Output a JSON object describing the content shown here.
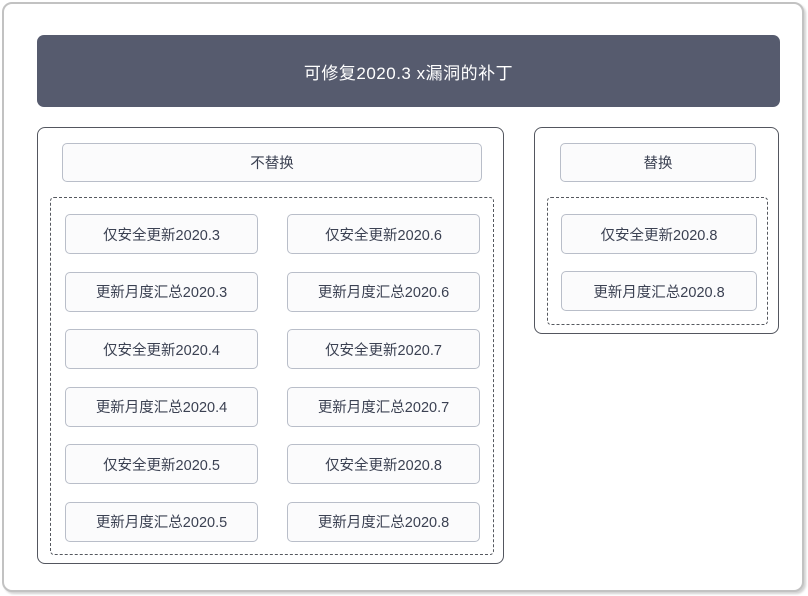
{
  "header": {
    "title": "可修复2020.3 x漏洞的补丁"
  },
  "groups": [
    {
      "label": "不替换",
      "items": [
        "仅安全更新2020.3",
        "仅安全更新2020.6",
        "更新月度汇总2020.3",
        "更新月度汇总2020.6",
        "仅安全更新2020.4",
        "仅安全更新2020.7",
        "更新月度汇总2020.4",
        "更新月度汇总2020.7",
        "仅安全更新2020.5",
        "仅安全更新2020.8",
        "更新月度汇总2020.5",
        "更新月度汇总2020.8"
      ]
    },
    {
      "label": "替换",
      "items": [
        "仅安全更新2020.8",
        "更新月度汇总2020.8"
      ]
    }
  ],
  "colors": {
    "header_bg": "#565b6e",
    "header_text": "#ffffff",
    "box_border": "#53565f",
    "dash_border": "#55585f",
    "btn_border": "#b9bec9",
    "btn_bg": "#fbfbfc",
    "btn_text": "#3b4152",
    "frame_border": "#c2c2c2"
  }
}
